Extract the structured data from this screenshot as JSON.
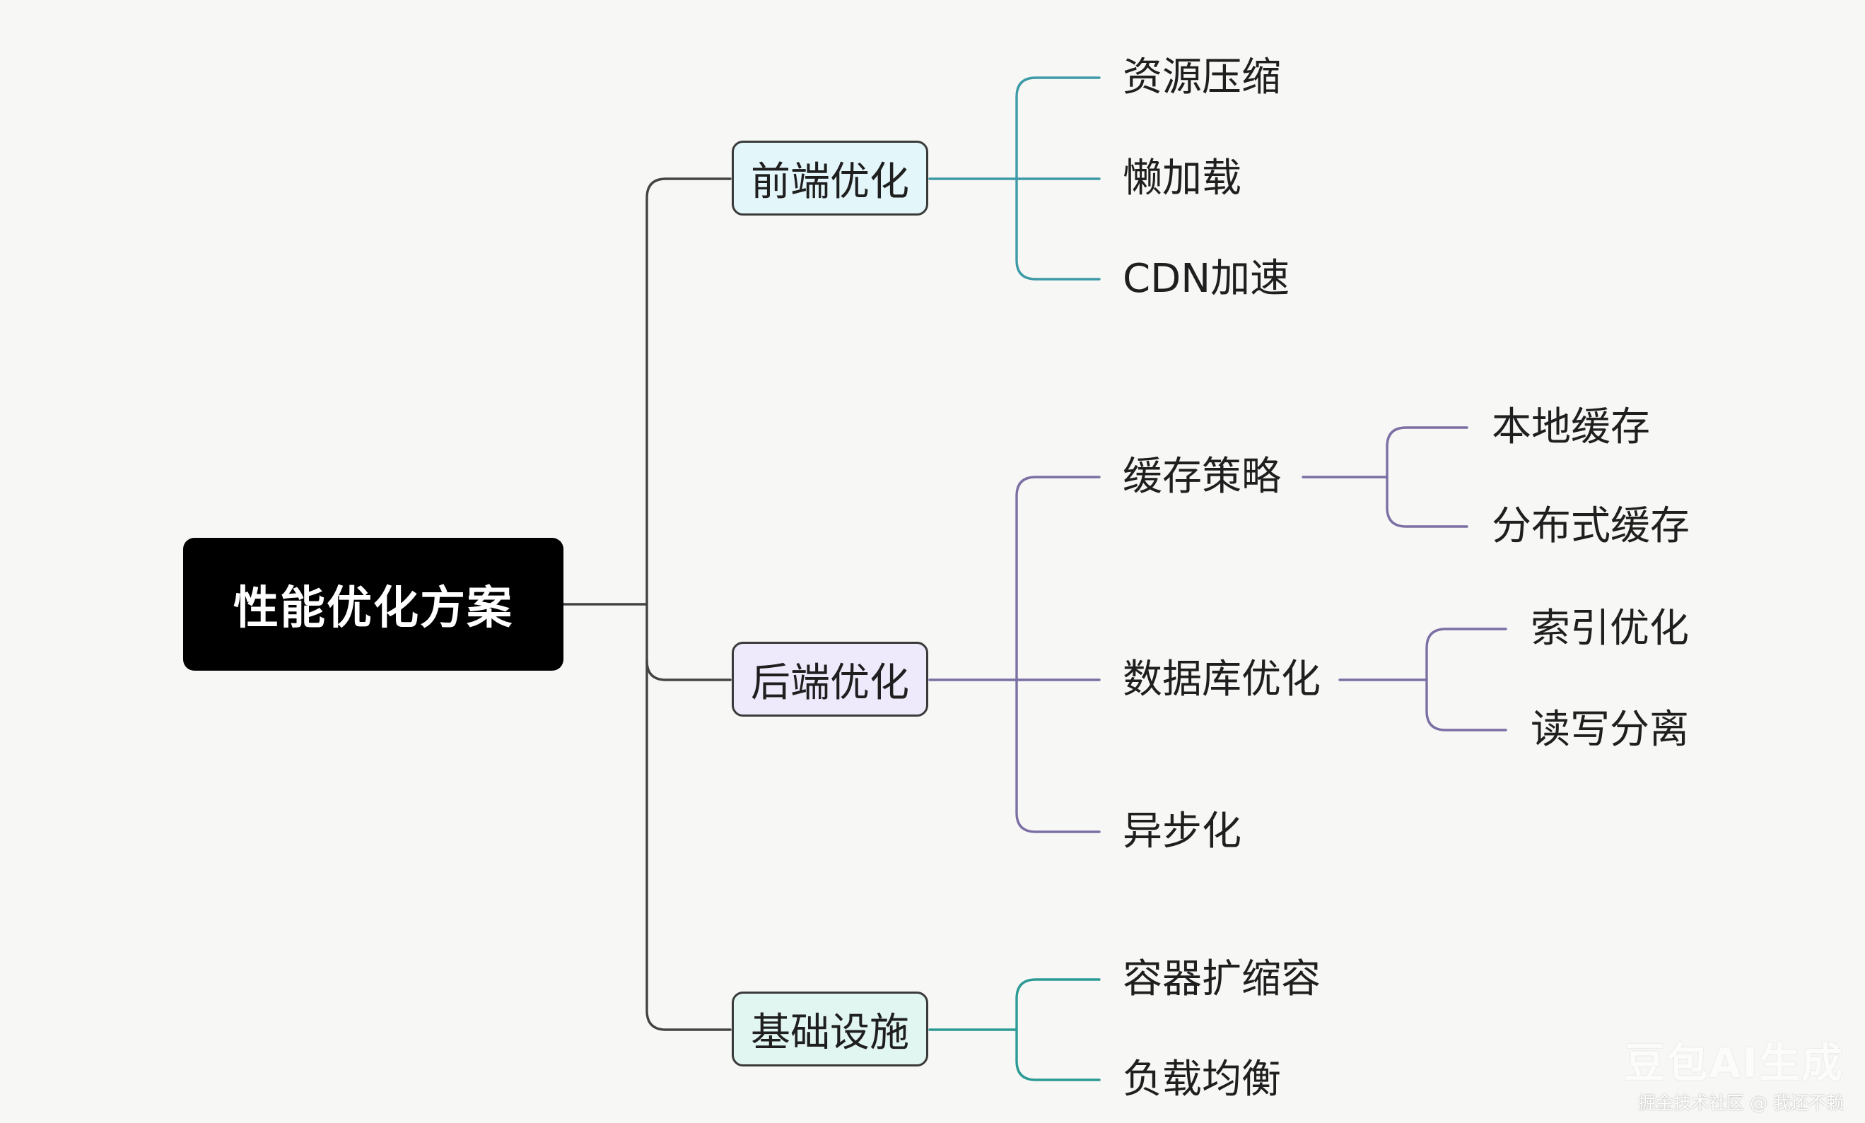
{
  "colors": {
    "frontend": "#3d9aa6",
    "backend": "#7b6fa4",
    "infra": "#2c9a95",
    "trunk": "#444444",
    "frontend_fill": "#e3f6fa",
    "backend_fill": "#eeeafb",
    "infra_fill": "#e2f6f1"
  },
  "root": {
    "label": "性能优化方案"
  },
  "branches": {
    "frontend": {
      "label": "前端优化",
      "children": [
        "资源压缩",
        "懒加载",
        "CDN加速"
      ]
    },
    "backend": {
      "label": "后端优化",
      "cache": {
        "label": "缓存策略",
        "children": [
          "本地缓存",
          "分布式缓存"
        ]
      },
      "database": {
        "label": "数据库优化",
        "children": [
          "索引优化",
          "读写分离"
        ]
      },
      "async": {
        "label": "异步化"
      }
    },
    "infra": {
      "label": "基础设施",
      "children": [
        "容器扩缩容",
        "负载均衡"
      ]
    }
  },
  "watermark": {
    "brand": "豆包AI生成",
    "credit": "掘金技术社区 @ 我还不赖"
  }
}
